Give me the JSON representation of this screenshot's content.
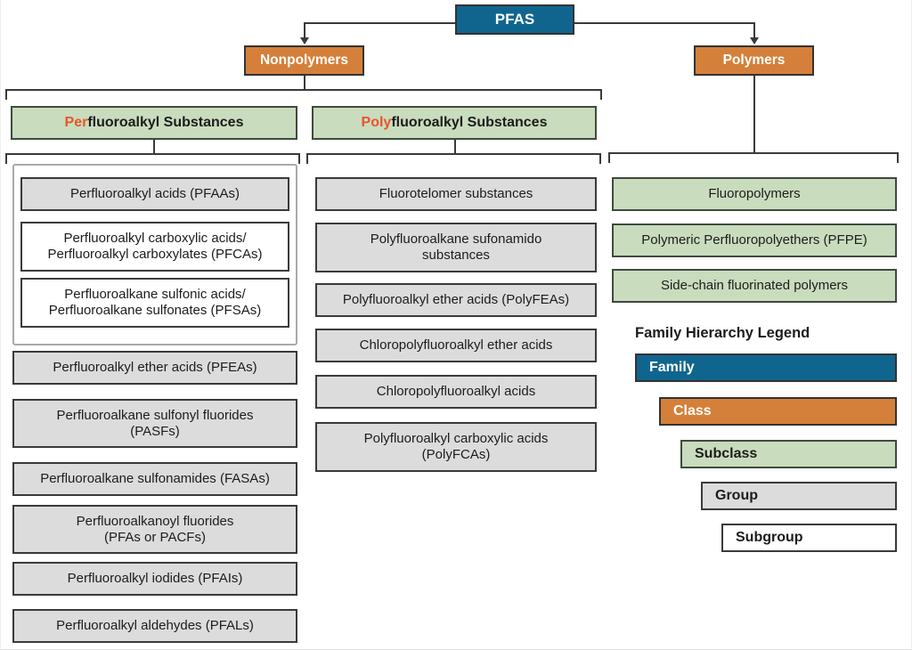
{
  "diagram": {
    "family": {
      "label": "PFAS"
    },
    "classes": [
      {
        "label": "Nonpolymers"
      },
      {
        "label": "Polymers"
      }
    ],
    "subclasses": [
      {
        "prefix": "Per",
        "rest": "fluoroalkyl Substances"
      },
      {
        "prefix": "Poly",
        "rest": "fluoroalkyl Substances"
      }
    ],
    "perfluoroalkyl_column": {
      "pfaa_container": {
        "group": {
          "label": "Perfluoroalkyl acids (PFAAs)"
        },
        "subgroups": [
          {
            "line1": "Perfluoroalkyl carboxylic acids/",
            "line2": "Perfluoroalkyl carboxylates (PFCAs)"
          },
          {
            "line1": "Perfluoroalkane sulfonic acids/",
            "line2": "Perfluoroalkane sulfonates (PFSAs)"
          }
        ]
      },
      "groups": [
        {
          "line1": "Perfluoroalkyl ether acids (PFEAs)",
          "line2": ""
        },
        {
          "line1": "Perfluoroalkane sulfonyl fluorides",
          "line2": "(PASFs)"
        },
        {
          "line1": "Perfluoroalkane sulfonamides (FASAs)",
          "line2": ""
        },
        {
          "line1": "Perfluoroalkanoyl fluorides",
          "line2": "(PFAs or PACFs)"
        },
        {
          "line1": "Perfluoroalkyl iodides (PFAIs)",
          "line2": ""
        },
        {
          "line1": "Perfluoroalkyl aldehydes (PFALs)",
          "line2": ""
        }
      ]
    },
    "polyfluoroalkyl_column": {
      "groups": [
        {
          "line1": "Fluorotelomer substances",
          "line2": ""
        },
        {
          "line1": "Polyfluoroalkane sufonamido",
          "line2": "substances"
        },
        {
          "line1": "Polyfluoroalkyl ether acids (PolyFEAs)",
          "line2": ""
        },
        {
          "line1": "Chloropolyfluoroalkyl ether acids",
          "line2": ""
        },
        {
          "line1": "Chloropolyfluoroalkyl acids",
          "line2": ""
        },
        {
          "line1": "Polyfluoroalkyl carboxylic acids",
          "line2": "(PolyFCAs)"
        }
      ]
    },
    "polymers_column": {
      "subclasses": [
        {
          "label": "Fluoropolymers"
        },
        {
          "label": "Polymeric Perfluoropolyethers (PFPE)"
        },
        {
          "label": "Side-chain fluorinated polymers"
        }
      ]
    },
    "legend": {
      "title": "Family Hierarchy Legend",
      "items": [
        {
          "label": "Family"
        },
        {
          "label": "Class"
        },
        {
          "label": "Subclass"
        },
        {
          "label": "Group"
        },
        {
          "label": "Subgroup"
        }
      ]
    }
  },
  "colors": {
    "family": "#10658f",
    "class": "#d4803a",
    "subclass": "#c9dcbd",
    "group": "#dcdcdc",
    "subgroup": "#ffffff",
    "prefix_highlight": "#e8542a",
    "line": "#3a3a3a"
  }
}
